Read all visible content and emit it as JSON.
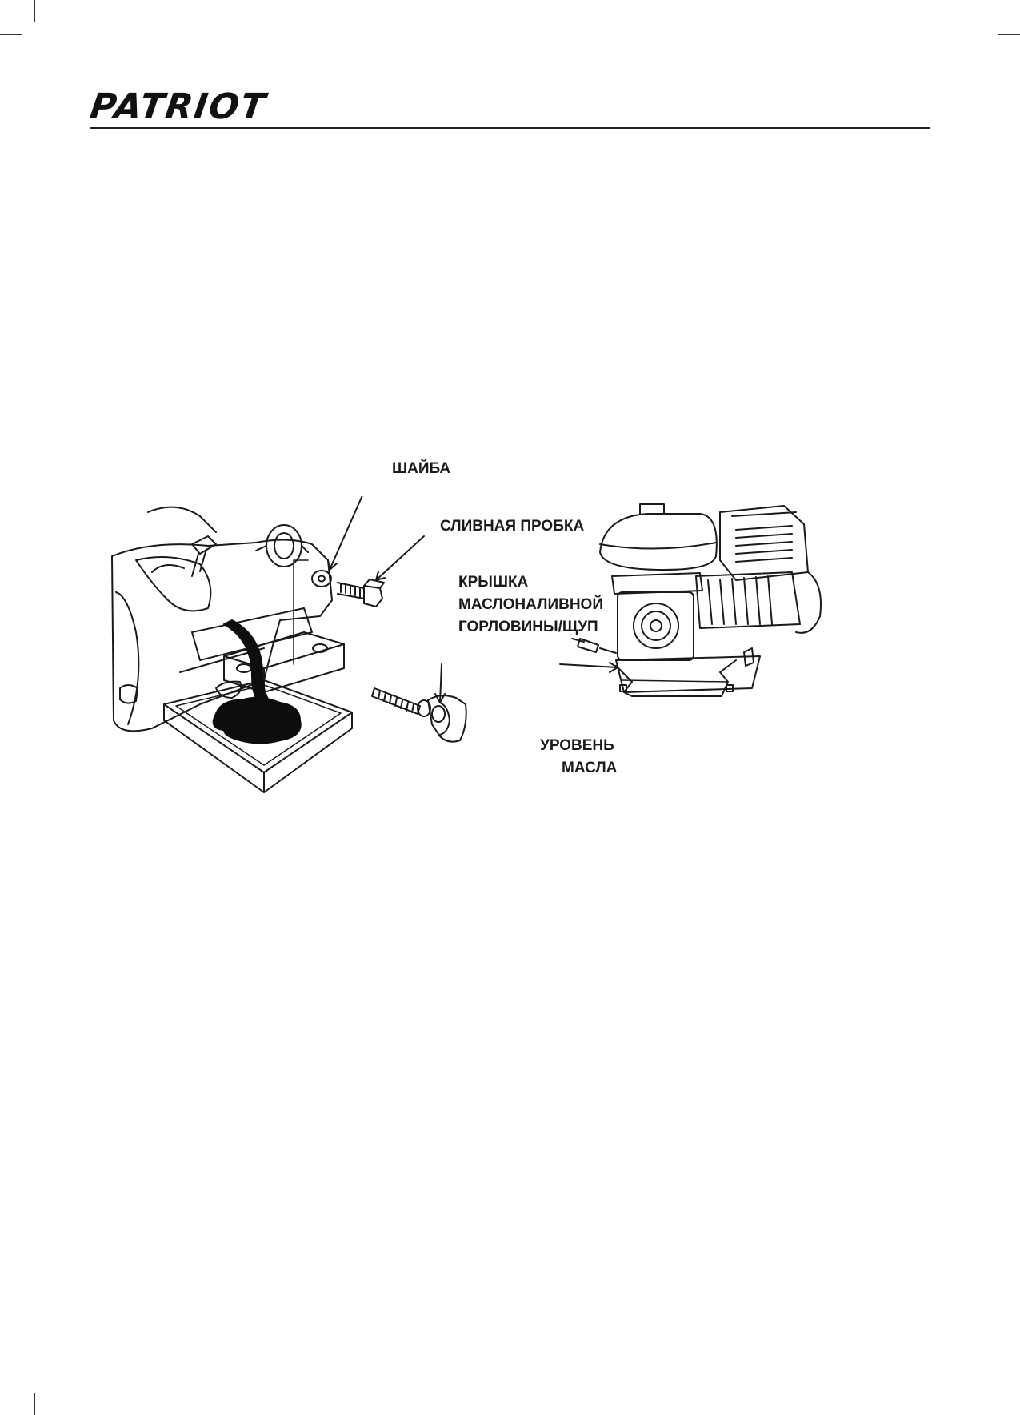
{
  "header": {
    "brand": "PATRIOT"
  },
  "figure": {
    "labels": {
      "washer": "ШАЙБА",
      "drain_plug": "СЛИВНАЯ ПРОБКА",
      "filler_cap_line1": "КРЫШКА",
      "filler_cap_line2": "МАСЛОНАЛИВНОЙ",
      "filler_cap_line3": "ГОРЛОВИНЫ/ЩУП",
      "oil_level_line1": "УРОВЕНЬ",
      "oil_level_line2": "МАСЛА"
    }
  },
  "colors": {
    "ink": "#1a1a1a",
    "oil": "#0d0d0d",
    "paper": "#ffffff"
  }
}
